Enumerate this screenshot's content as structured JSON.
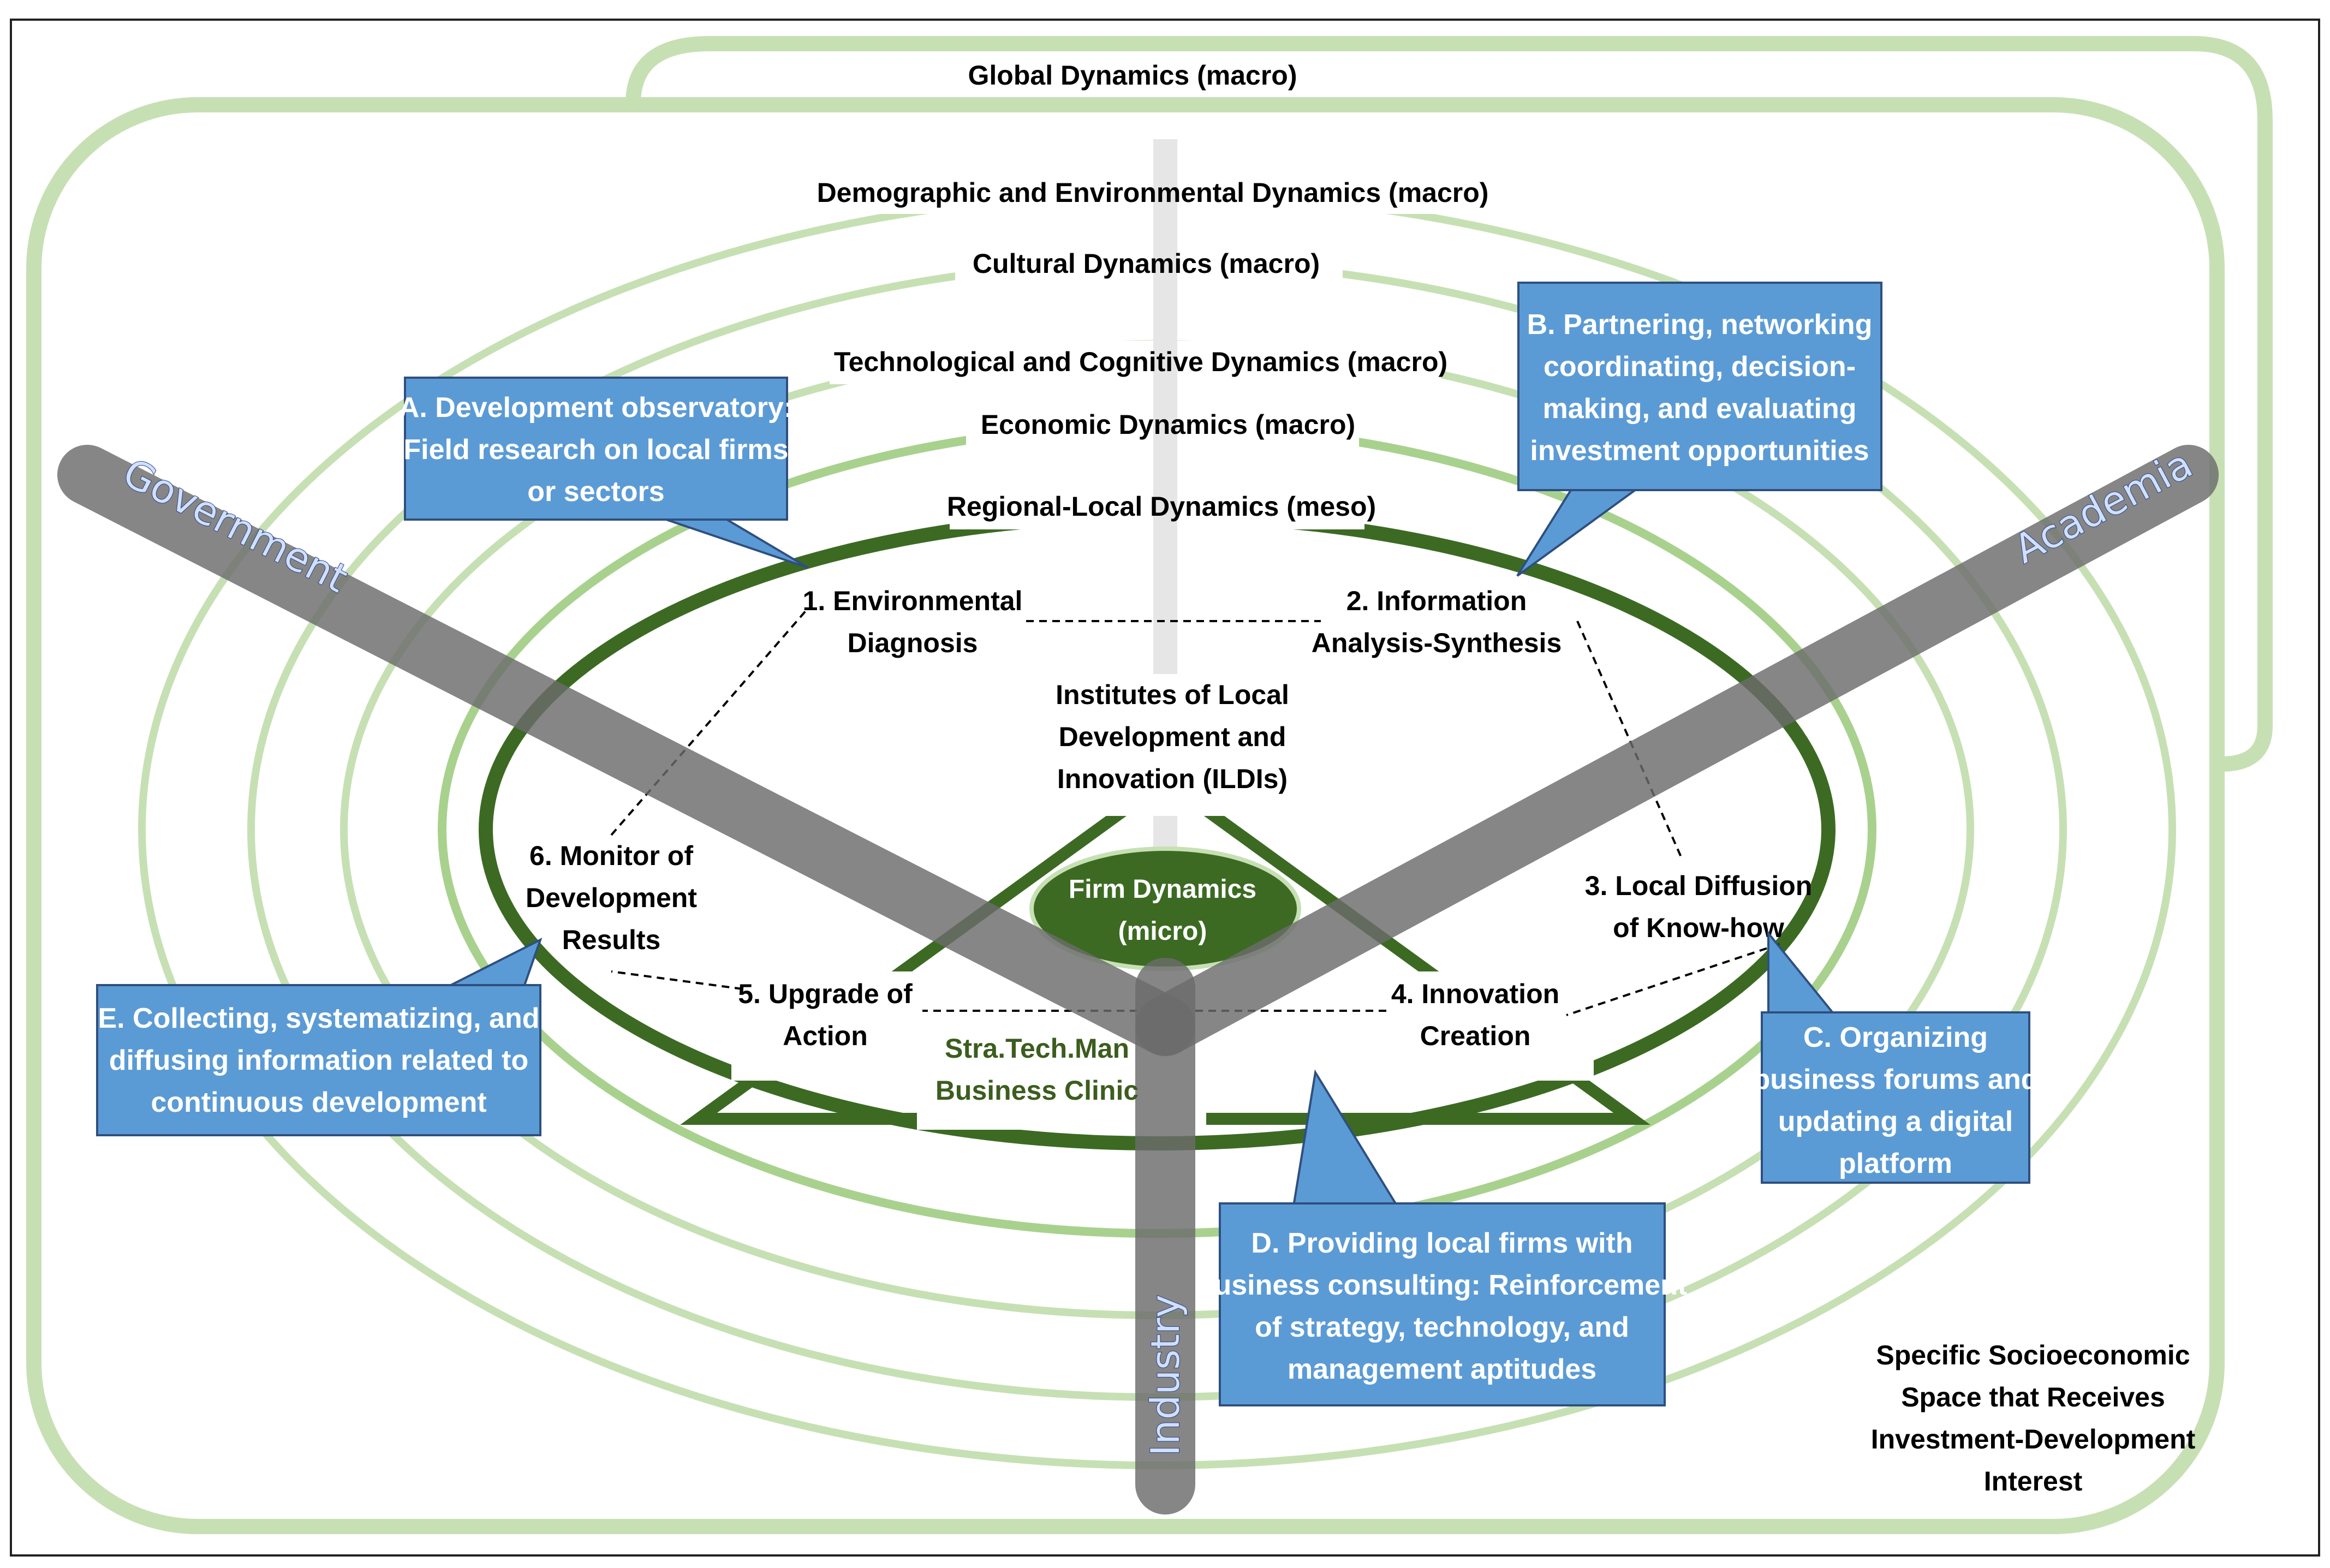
{
  "colors": {
    "light_green": "#c6e0b4",
    "mid_green": "#a9d18e",
    "dark_green": "#3c6a23",
    "bar_gray": "#6b6b6b",
    "callout_blue": "#5b9bd5",
    "callout_border": "#2f4f7f"
  },
  "dynamics": {
    "global": "Global Dynamics (macro)",
    "demographic": "Demographic and Environmental Dynamics (macro)",
    "cultural": "Cultural Dynamics (macro)",
    "technological": "Technological and Cognitive Dynamics (macro)",
    "economic": "Economic Dynamics (macro)",
    "regional": "Regional-Local Dynamics (meso)"
  },
  "axes": {
    "government": "Government",
    "academia": "Academia",
    "industry": "Industry"
  },
  "steps": {
    "s1": [
      "1. Environmental",
      "Diagnosis"
    ],
    "s2": [
      "2. Information",
      "Analysis-Synthesis"
    ],
    "s3": [
      "3. Local Diffusion",
      "of Know-how"
    ],
    "s4": [
      "4. Innovation",
      "Creation"
    ],
    "s5": [
      "5. Upgrade of",
      "Action"
    ],
    "s6": [
      "6. Monitor of",
      "Development",
      "Results"
    ]
  },
  "ildi": [
    "Institutes of Local",
    "Development and",
    "Innovation (ILDIs)"
  ],
  "firm": [
    "Firm Dynamics",
    "(micro)"
  ],
  "clinic": [
    "Stra.Tech.Man",
    "Business Clinic"
  ],
  "callouts": {
    "a": [
      "A. Development observatory:",
      "Field research on local firms",
      "or sectors"
    ],
    "b": [
      "B. Partnering, networking",
      "coordinating, decision-",
      "making, and evaluating",
      "investment opportunities"
    ],
    "c": [
      "C. Organizing",
      "business forums and",
      "updating a digital",
      "platform"
    ],
    "d": [
      "D. Providing local firms with",
      "business consulting: Reinforcement",
      "of strategy, technology, and",
      "management aptitudes"
    ],
    "e": [
      "E. Collecting, systematizing, and",
      "diffusing information related to",
      "continuous development"
    ]
  },
  "space": [
    "Specific Socioeconomic",
    "Space that Receives",
    "Investment-Development",
    "Interest"
  ]
}
